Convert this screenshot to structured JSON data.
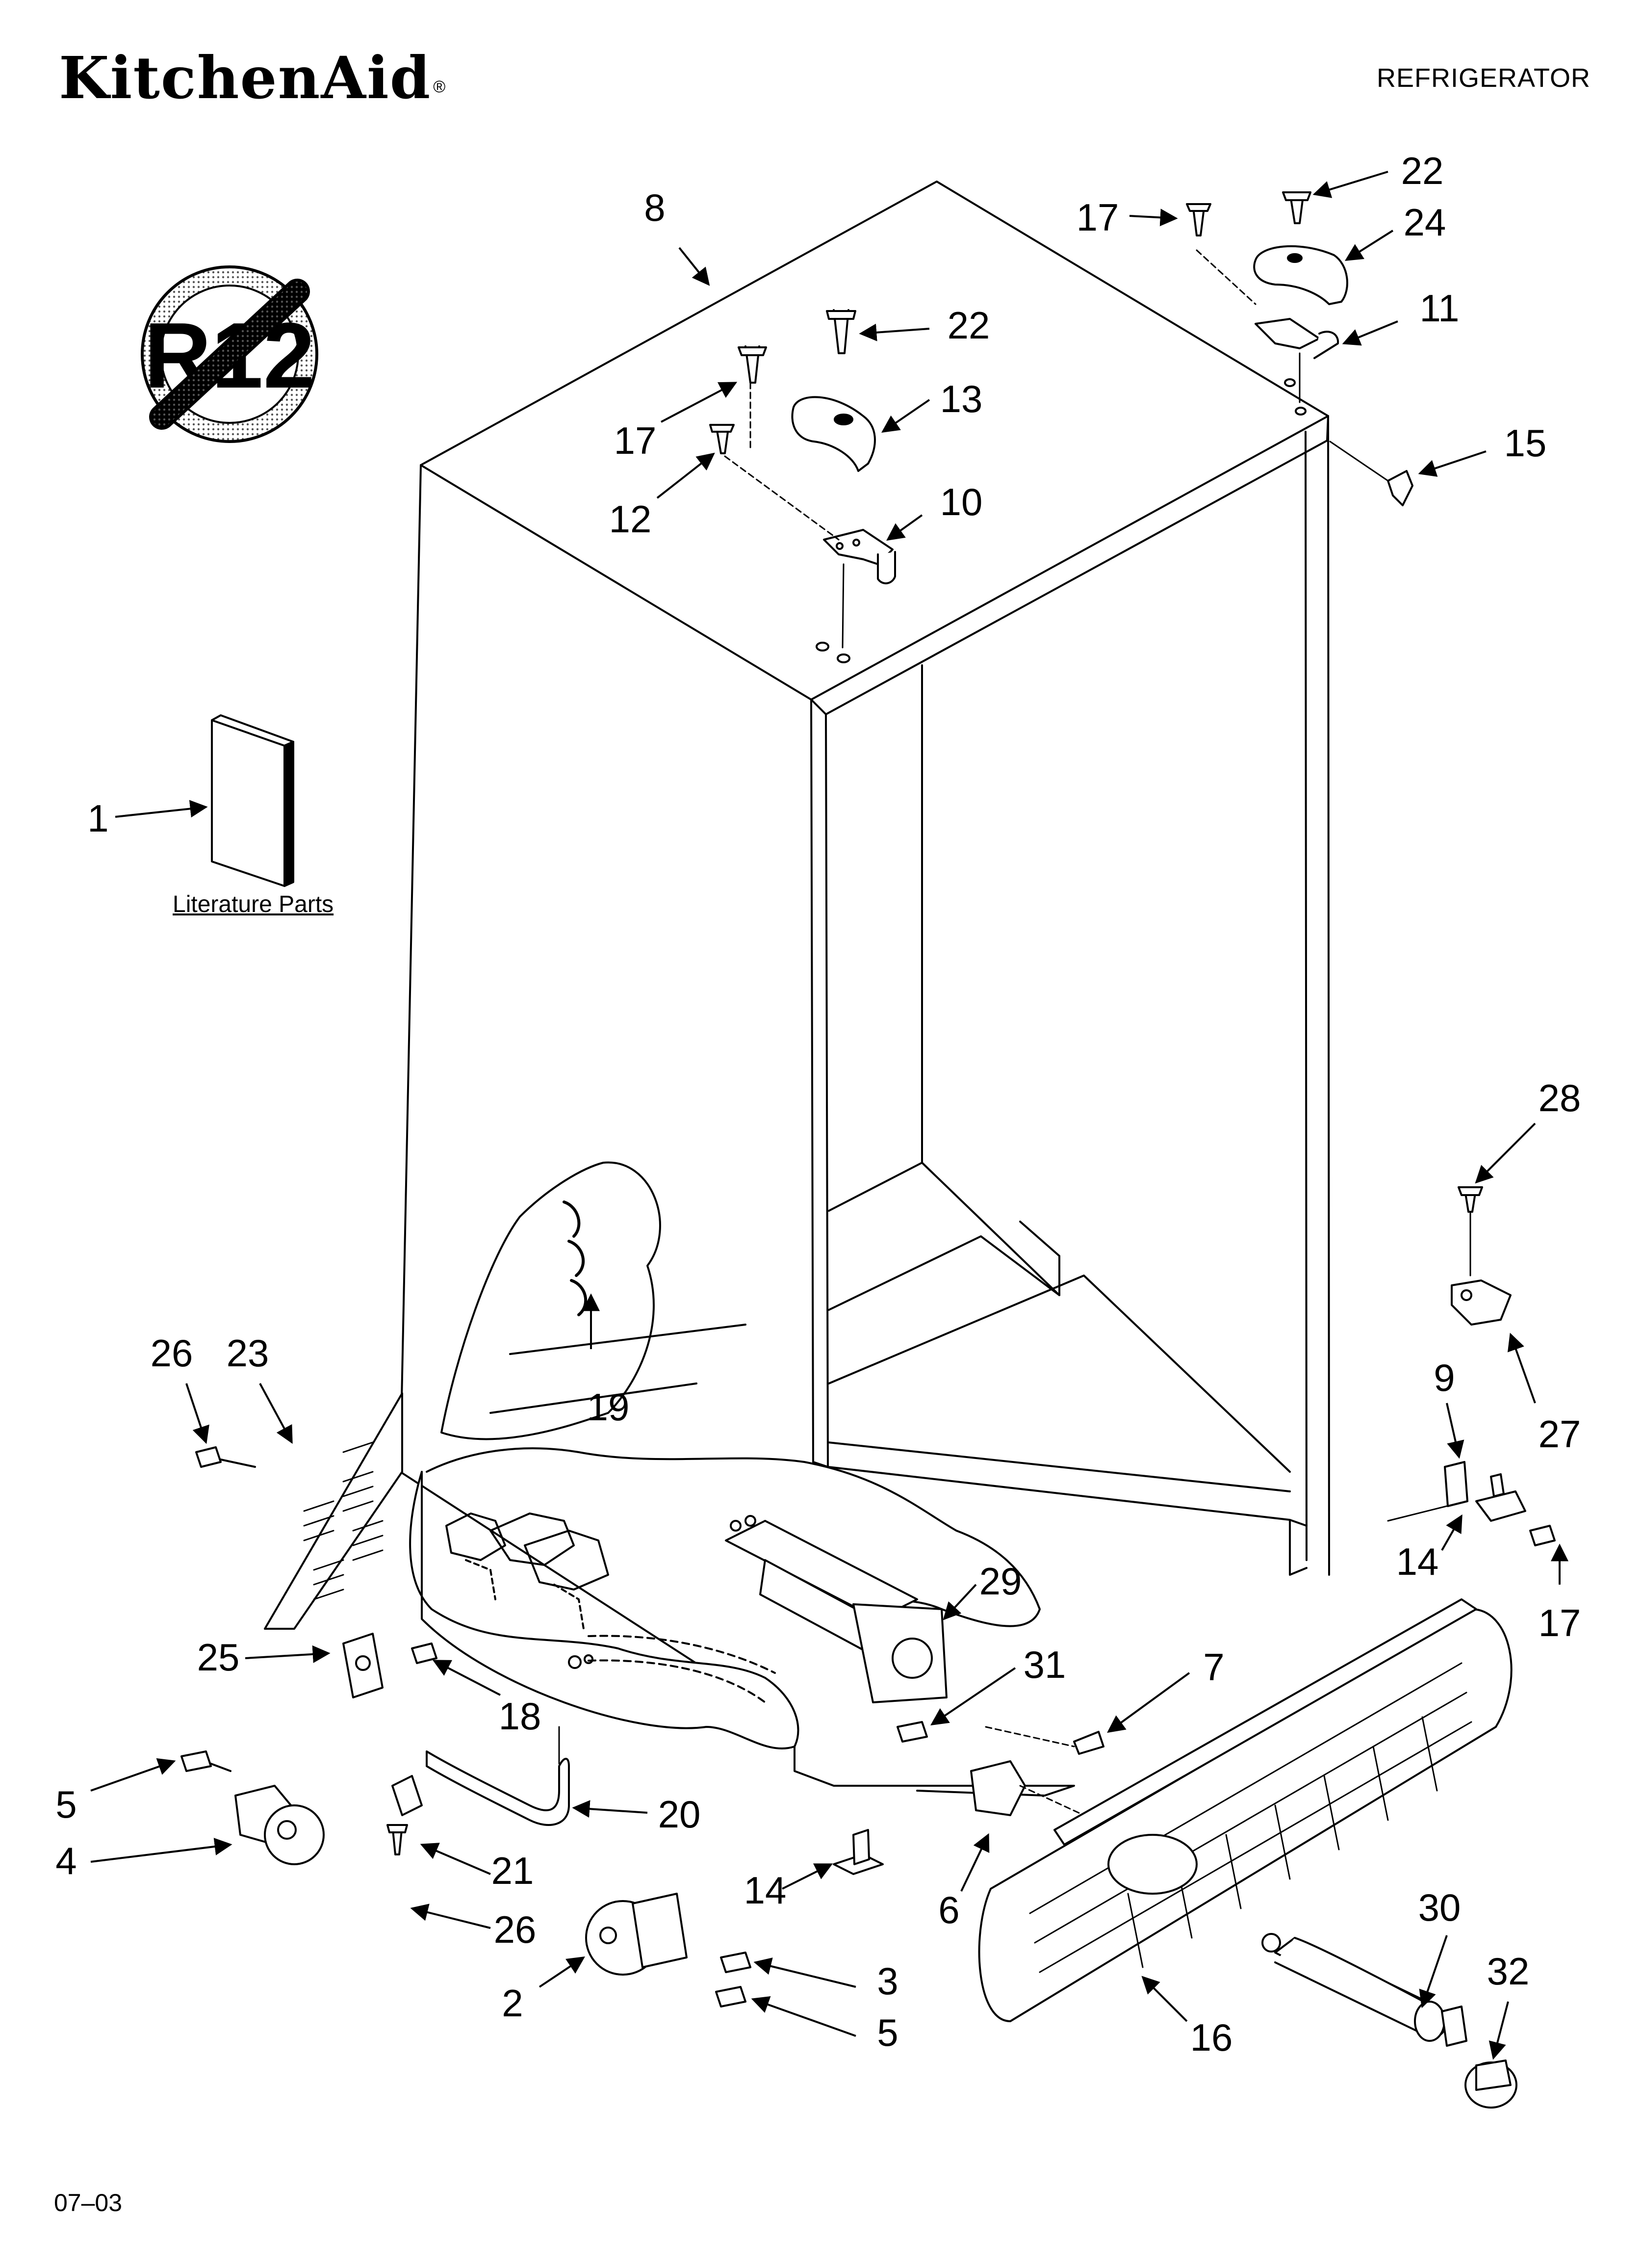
{
  "header": {
    "brand": "KitchenAid",
    "brand_mark": "®",
    "doc_type": "REFRIGERATOR"
  },
  "badge": {
    "text": "R12"
  },
  "literature": {
    "label": "Literature Parts"
  },
  "footer": {
    "code": "07–03"
  },
  "callouts": [
    {
      "id": "c-8",
      "label": "8"
    },
    {
      "id": "c-17a",
      "label": "17"
    },
    {
      "id": "c-22a",
      "label": "22"
    },
    {
      "id": "c-24",
      "label": "24"
    },
    {
      "id": "c-11",
      "label": "11"
    },
    {
      "id": "c-22b",
      "label": "22"
    },
    {
      "id": "c-13",
      "label": "13"
    },
    {
      "id": "c-17b",
      "label": "17"
    },
    {
      "id": "c-12",
      "label": "12"
    },
    {
      "id": "c-10",
      "label": "10"
    },
    {
      "id": "c-15",
      "label": "15"
    },
    {
      "id": "c-1",
      "label": "1"
    },
    {
      "id": "c-28",
      "label": "28"
    },
    {
      "id": "c-26a",
      "label": "26"
    },
    {
      "id": "c-23",
      "label": "23"
    },
    {
      "id": "c-19",
      "label": "19"
    },
    {
      "id": "c-9",
      "label": "9"
    },
    {
      "id": "c-27",
      "label": "27"
    },
    {
      "id": "c-14a",
      "label": "14"
    },
    {
      "id": "c-29",
      "label": "29"
    },
    {
      "id": "c-17c",
      "label": "17"
    },
    {
      "id": "c-25",
      "label": "25"
    },
    {
      "id": "c-18",
      "label": "18"
    },
    {
      "id": "c-31",
      "label": "31"
    },
    {
      "id": "c-7",
      "label": "7"
    },
    {
      "id": "c-5a",
      "label": "5"
    },
    {
      "id": "c-20",
      "label": "20"
    },
    {
      "id": "c-4",
      "label": "4"
    },
    {
      "id": "c-21",
      "label": "21"
    },
    {
      "id": "c-14b",
      "label": "14"
    },
    {
      "id": "c-6",
      "label": "6"
    },
    {
      "id": "c-26b",
      "label": "26"
    },
    {
      "id": "c-30",
      "label": "30"
    },
    {
      "id": "c-32",
      "label": "32"
    },
    {
      "id": "c-3",
      "label": "3"
    },
    {
      "id": "c-2",
      "label": "2"
    },
    {
      "id": "c-5b",
      "label": "5"
    },
    {
      "id": "c-16",
      "label": "16"
    }
  ]
}
